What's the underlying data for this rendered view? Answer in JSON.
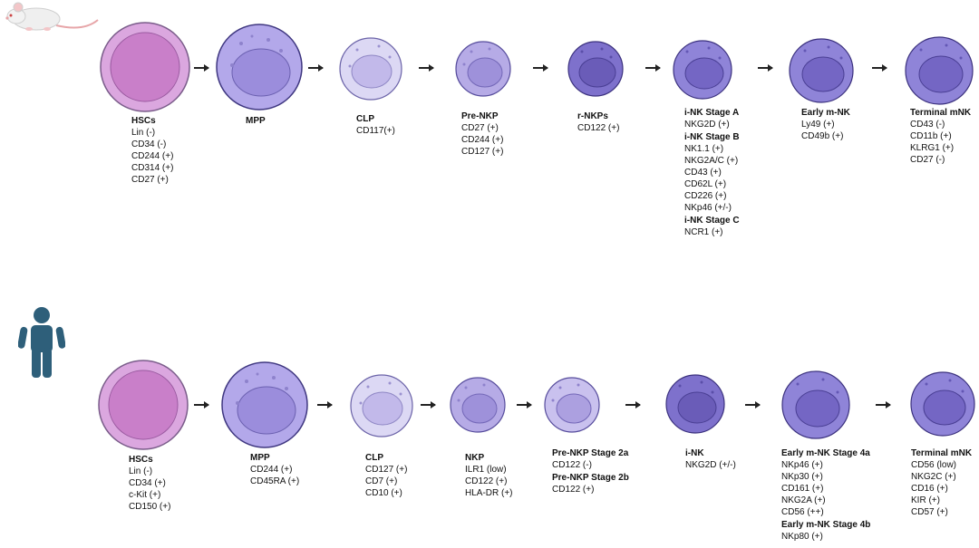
{
  "colors": {
    "hsc_outer": "#dba7df",
    "hsc_inner": "#c97fc9",
    "mpp_outer": "#b3a8ea",
    "clp_outer": "#dcd8f4",
    "pre_outer": "#b6abe6",
    "dark_outer": "#7e71cc",
    "mid_outer": "#8f84d8",
    "arrow": "#222222",
    "human": "#2e5f7a"
  },
  "mouse_row": {
    "icon": "mouse-icon",
    "stages": [
      {
        "title": "HSCs",
        "markers": [
          "Lin (-)",
          "CD34 (-)",
          "CD244 (+)",
          "CD314 (+)",
          "CD27 (+)"
        ]
      },
      {
        "title": "MPP",
        "markers": []
      },
      {
        "title": "CLP",
        "markers": [
          "CD117(+)"
        ]
      },
      {
        "title": "Pre-NKP",
        "markers": [
          "CD27 (+)",
          "CD244 (+)",
          "CD127 (+)"
        ]
      },
      {
        "title": "r-NKPs",
        "markers": [
          "CD122 (+)"
        ]
      },
      {
        "title": "i-NK Stage A",
        "markers": [
          "NKG2D (+)"
        ],
        "sub_b_title": "i-NK Stage B",
        "sub_b_markers": [
          "NK1.1 (+)",
          "NKG2A/C (+)",
          "CD43 (+)",
          "CD62L (+)",
          "CD226 (+)",
          "NKp46 (+/-)"
        ],
        "sub_c_title": "i-NK Stage C",
        "sub_c_markers": [
          "NCR1 (+)"
        ]
      },
      {
        "title": "Early m-NK",
        "markers": [
          "Ly49 (+)",
          "CD49b (+)"
        ]
      },
      {
        "title": "Terminal mNK",
        "markers": [
          "CD43 (-)",
          "CD11b (+)",
          "KLRG1 (+)",
          "CD27 (-)"
        ]
      }
    ]
  },
  "human_row": {
    "icon": "human-icon",
    "stages": [
      {
        "title": "HSCs",
        "markers": [
          "Lin (-)",
          "CD34 (+)",
          "c-Kit (+)",
          "CD150 (+)"
        ]
      },
      {
        "title": "MPP",
        "markers": [
          "CD244 (+)",
          "CD45RA (+)"
        ]
      },
      {
        "title": "CLP",
        "markers": [
          "CD127 (+)",
          "CD7 (+)",
          "CD10 (+)"
        ]
      },
      {
        "title": "NKP",
        "markers": [
          "ILR1 (low)",
          "CD122 (+)",
          "HLA-DR (+)"
        ]
      },
      {
        "title": "Pre-NKP Stage 2a",
        "markers": [
          "CD122 (-)"
        ],
        "sub_b_title": "Pre-NKP Stage 2b",
        "sub_b_markers": [
          "CD122 (+)"
        ]
      },
      {
        "title": "i-NK",
        "markers": [
          "NKG2D (+/-)"
        ]
      },
      {
        "title": "Early m-NK Stage 4a",
        "markers": [
          "NKp46 (+)",
          "NKp30 (+)",
          "CD161 (+)",
          "NKG2A (+)",
          "CD56 (++)"
        ],
        "sub_b_title": "Early m-NK Stage 4b",
        "sub_b_markers": [
          "NKp80 (+)"
        ]
      },
      {
        "title": "Terminal mNK",
        "markers": [
          "CD56 (low)",
          "NKG2C (+)",
          "CD16 (+)",
          "KIR (+)",
          "CD57 (+)"
        ]
      }
    ]
  }
}
